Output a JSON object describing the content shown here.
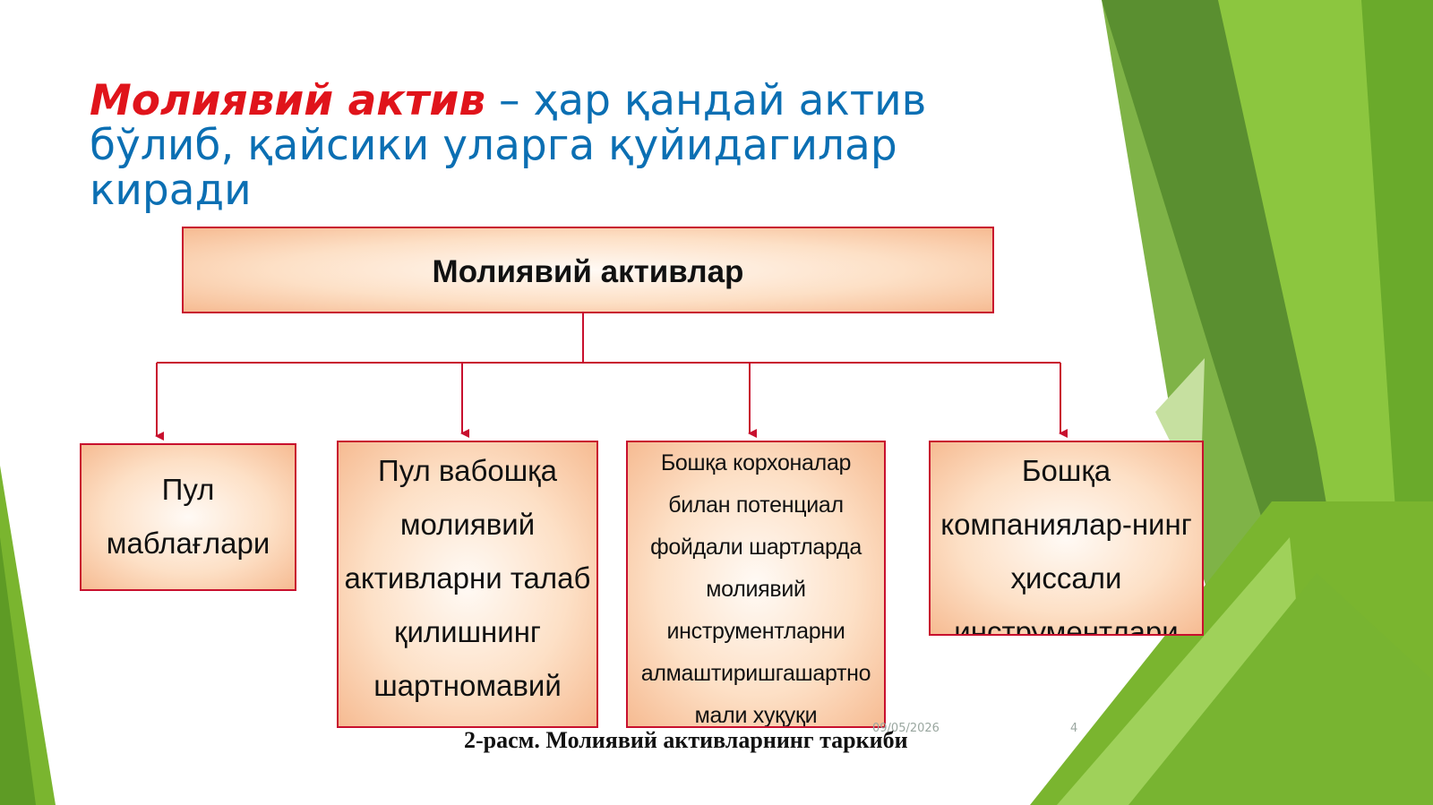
{
  "title": {
    "emphasis": "Молиявий актив",
    "rest": " – ҳар қандай актив бўлиб, қайсики уларга қуйидагилар киради"
  },
  "diagram": {
    "root": "Молиявий активлар",
    "children": [
      "Пул маблағлари",
      "Пул вабошқа молиявий активларни талаб қилишнинг шартномавий",
      "Бошқа корхоналар билан потенциал фойдали шартларда молиявий инструментларни алмаштиришгашартно мали хуқуқи",
      "Бошқа компаниялар-нинг ҳиссали инструментлари"
    ],
    "caption": "2-расм. Молиявий активларнинг таркиби"
  },
  "footer": {
    "date": "09/05/2026",
    "page": "4"
  },
  "colors": {
    "title_blue": "#0b6fb3",
    "emphasis_red": "#e0141b",
    "border_red": "#c8102e",
    "green_dark": "#5a9a2a",
    "green_light": "#8cc63f"
  }
}
